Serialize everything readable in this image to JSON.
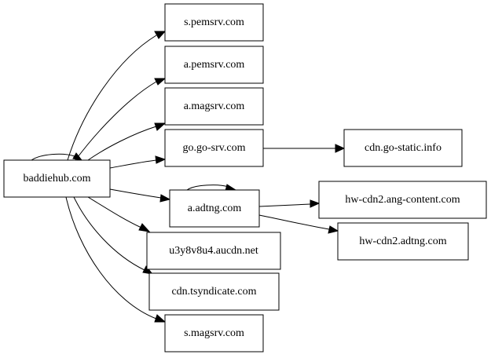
{
  "graph": {
    "nodes": [
      {
        "id": "baddiehub",
        "label": "baddiehub.com"
      },
      {
        "id": "s_pemsrv",
        "label": "s.pemsrv.com"
      },
      {
        "id": "a_pemsrv",
        "label": "a.pemsrv.com"
      },
      {
        "id": "a_magsrv",
        "label": "a.magsrv.com"
      },
      {
        "id": "go_srv",
        "label": "go.go-srv.com"
      },
      {
        "id": "go_static",
        "label": "cdn.go-static.info"
      },
      {
        "id": "adtng",
        "label": "a.adtng.com"
      },
      {
        "id": "ang_content",
        "label": "hw-cdn2.ang-content.com"
      },
      {
        "id": "hw_adtng",
        "label": "hw-cdn2.adtng.com"
      },
      {
        "id": "aucdn",
        "label": "u3y8v8u4.aucdn.net"
      },
      {
        "id": "tsyndicate",
        "label": "cdn.tsyndicate.com"
      },
      {
        "id": "s_magsrv",
        "label": "s.magsrv.com"
      }
    ],
    "edges": [
      {
        "from": "baddiehub",
        "to": "baddiehub"
      },
      {
        "from": "baddiehub",
        "to": "s_pemsrv"
      },
      {
        "from": "baddiehub",
        "to": "a_pemsrv"
      },
      {
        "from": "baddiehub",
        "to": "a_magsrv"
      },
      {
        "from": "baddiehub",
        "to": "go_srv"
      },
      {
        "from": "baddiehub",
        "to": "adtng"
      },
      {
        "from": "baddiehub",
        "to": "aucdn"
      },
      {
        "from": "baddiehub",
        "to": "tsyndicate"
      },
      {
        "from": "baddiehub",
        "to": "s_magsrv"
      },
      {
        "from": "go_srv",
        "to": "go_static"
      },
      {
        "from": "adtng",
        "to": "adtng"
      },
      {
        "from": "adtng",
        "to": "ang_content"
      },
      {
        "from": "adtng",
        "to": "hw_adtng"
      }
    ]
  }
}
